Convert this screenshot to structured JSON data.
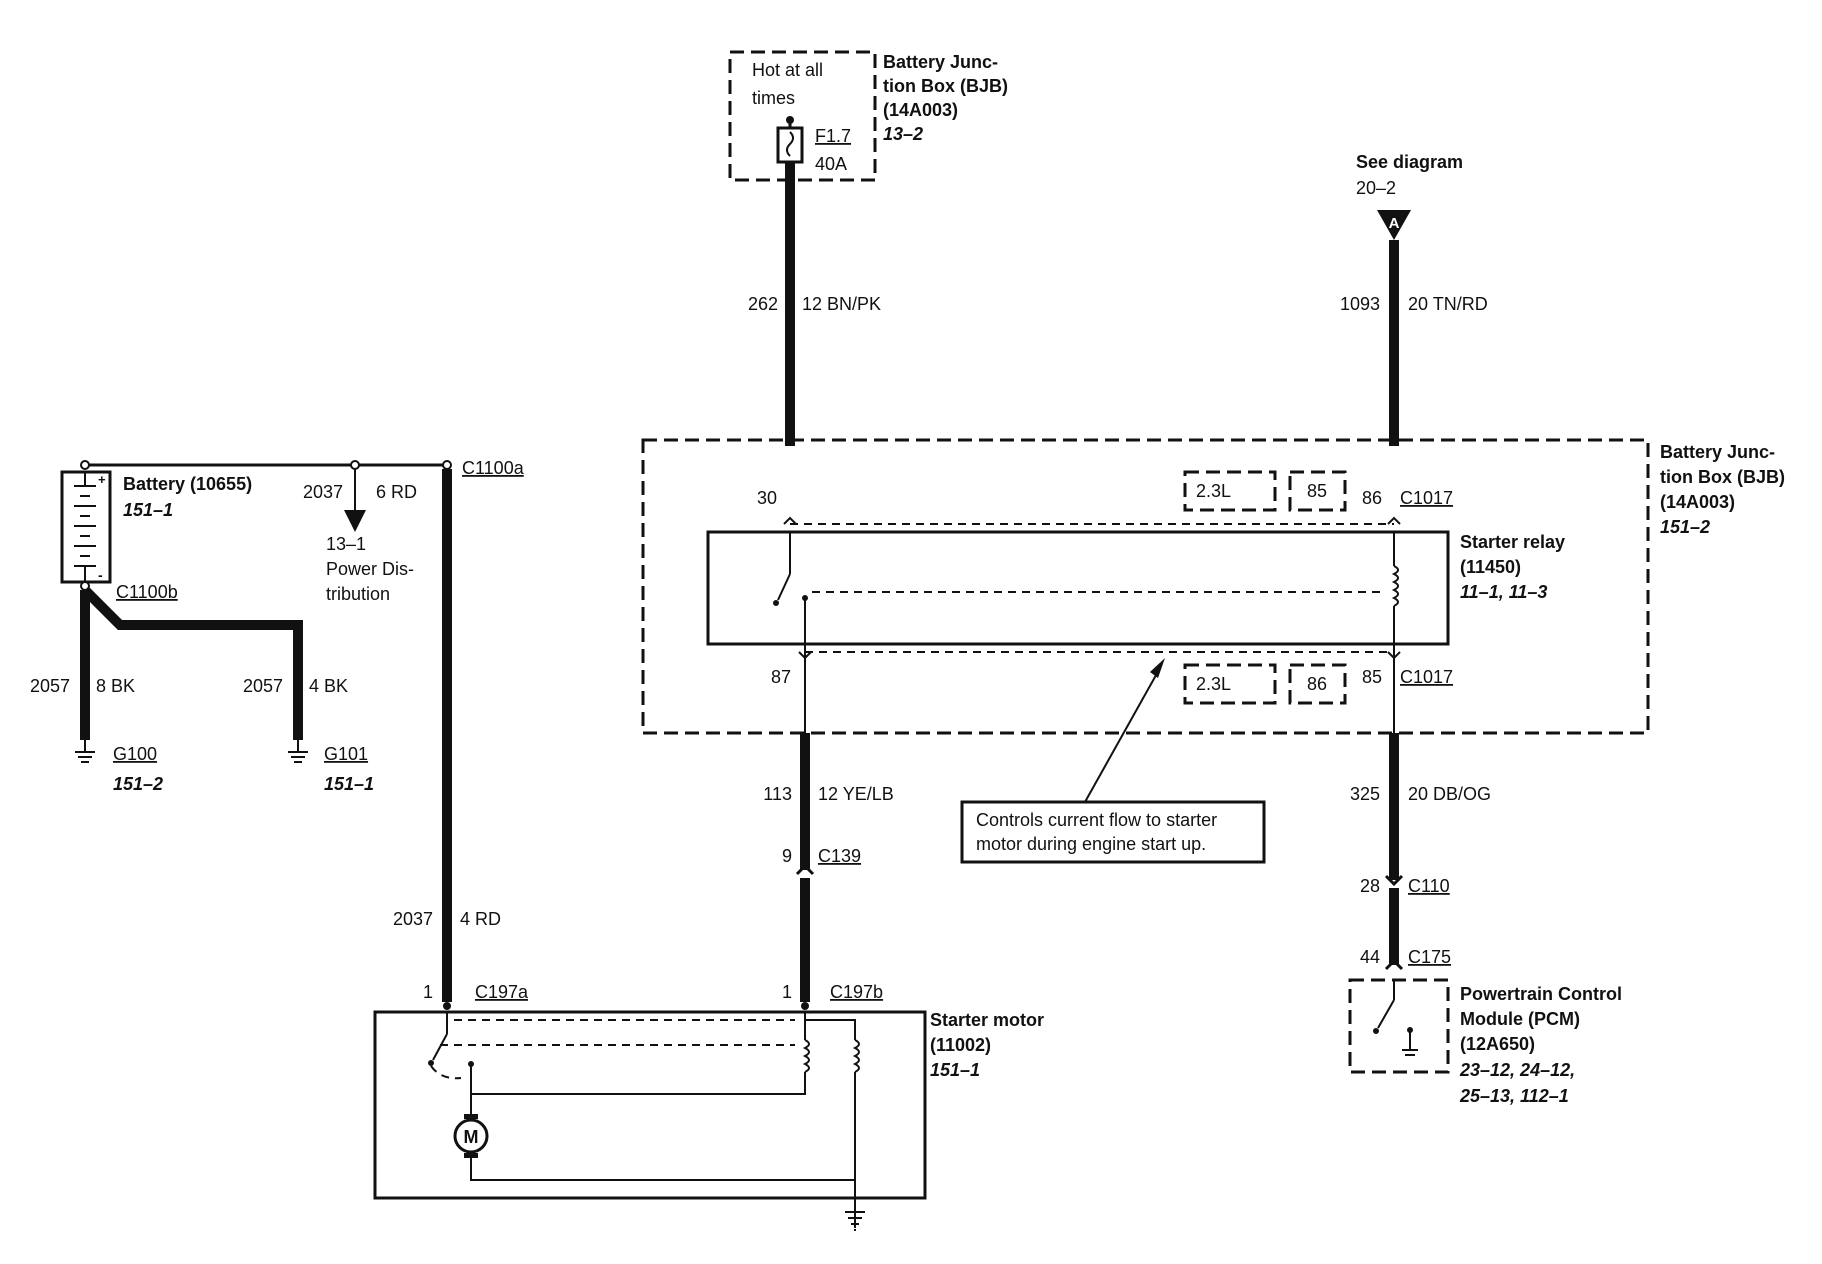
{
  "bjb_top": {
    "label_lines": [
      "Battery Junc-",
      "tion Box (BJB)",
      "(14A003)"
    ],
    "ref": "13–2",
    "hot_text_lines": [
      "Hot at all",
      "times"
    ],
    "fuse": {
      "id": "F1.7",
      "rating": "40A"
    }
  },
  "see_diagram": {
    "text": "See diagram",
    "ref": "20–2",
    "marker": "A"
  },
  "wires": {
    "w262": {
      "circuit": "262",
      "spec": "12 BN/PK"
    },
    "w1093": {
      "circuit": "1093",
      "spec": "20 TN/RD"
    },
    "w2037_top": {
      "circuit": "2037",
      "spec": "6 RD"
    },
    "w2057_a": {
      "circuit": "2057",
      "spec": "8 BK"
    },
    "w2057_b": {
      "circuit": "2057",
      "spec": "4 BK"
    },
    "w113": {
      "circuit": "113",
      "spec": "12 YE/LB"
    },
    "w325": {
      "circuit": "325",
      "spec": "20 DB/OG"
    },
    "w2037_bottom": {
      "circuit": "2037",
      "spec": "4 RD"
    }
  },
  "battery": {
    "label": "Battery (10655)",
    "ref": "151–1"
  },
  "power_distribution": {
    "ref": "13–1",
    "lines": [
      "Power Dis-",
      "tribution"
    ]
  },
  "connectors": {
    "c1100a": "C1100a",
    "c1100b": "C1100b",
    "c1017_top": "C1017",
    "c1017_bottom": "C1017",
    "c139": "C139",
    "c110": "C110",
    "c175": "C175",
    "c197a": "C197a",
    "c197b": "C197b"
  },
  "grounds": {
    "g100": {
      "id": "G100",
      "ref": "151–2"
    },
    "g101": {
      "id": "G101",
      "ref": "151–1"
    }
  },
  "bjb_main": {
    "label_lines": [
      "Battery Junc-",
      "tion Box (BJB)",
      "(14A003)"
    ],
    "ref": "151–2"
  },
  "starter_relay": {
    "label_lines": [
      "Starter relay",
      "(11450)"
    ],
    "ref": "11–1, 11–3"
  },
  "pins": {
    "p30": "30",
    "p86": "86",
    "p87": "87",
    "p85": "85",
    "p9": "9",
    "p28": "28",
    "p44": "44",
    "p1a": "1",
    "p1b": "1"
  },
  "option_boxes": {
    "top_engine": "2.3L",
    "top_pin": "85",
    "bottom_engine": "2.3L",
    "bottom_pin": "86"
  },
  "annotation": {
    "lines": [
      "Controls current flow to starter",
      "motor during engine start up."
    ]
  },
  "starter_motor": {
    "label_lines": [
      "Starter motor",
      "(11002)"
    ],
    "ref": "151–1",
    "motor_symbol": "M"
  },
  "pcm": {
    "label_lines": [
      "Powertrain Control",
      "Module (PCM)",
      "(12A650)"
    ],
    "ref_lines": [
      "23–12, 24–12,",
      "25–13, 112–1"
    ]
  }
}
